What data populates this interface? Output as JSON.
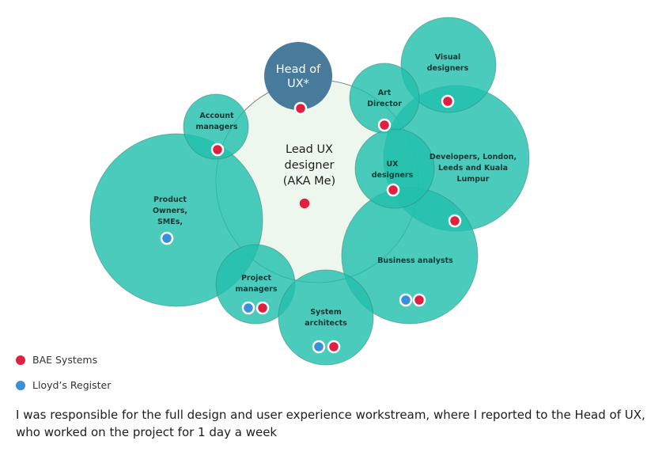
{
  "diagram": {
    "center": {
      "lines": [
        "Lead UX",
        "designer",
        "(AKA Me)"
      ]
    },
    "head": {
      "lines": [
        "Head of",
        "UX*"
      ]
    },
    "teams": {
      "account": [
        "Account",
        "managers"
      ],
      "product": [
        "Product",
        "Owners,",
        "SMEs,"
      ],
      "art": [
        "Art",
        "Director"
      ],
      "visual": [
        "Visual",
        "designers"
      ],
      "developers": [
        "Developers, London,",
        "Leeds and Kuala",
        "Lumpur"
      ],
      "ux": [
        "UX",
        "designers"
      ],
      "business": [
        "Business analysts"
      ],
      "project": [
        "Project",
        "managers"
      ],
      "system": [
        "System",
        "architects"
      ]
    }
  },
  "legend": [
    {
      "label": "BAE Systems",
      "color": "#e0203f"
    },
    {
      "label": "Lloyd’s Register",
      "color": "#3a8fd8"
    }
  ],
  "caption": "I was responsible for the full design and user experience workstream, where I reported to the Head of UX, who worked on the project for 1 day a week"
}
